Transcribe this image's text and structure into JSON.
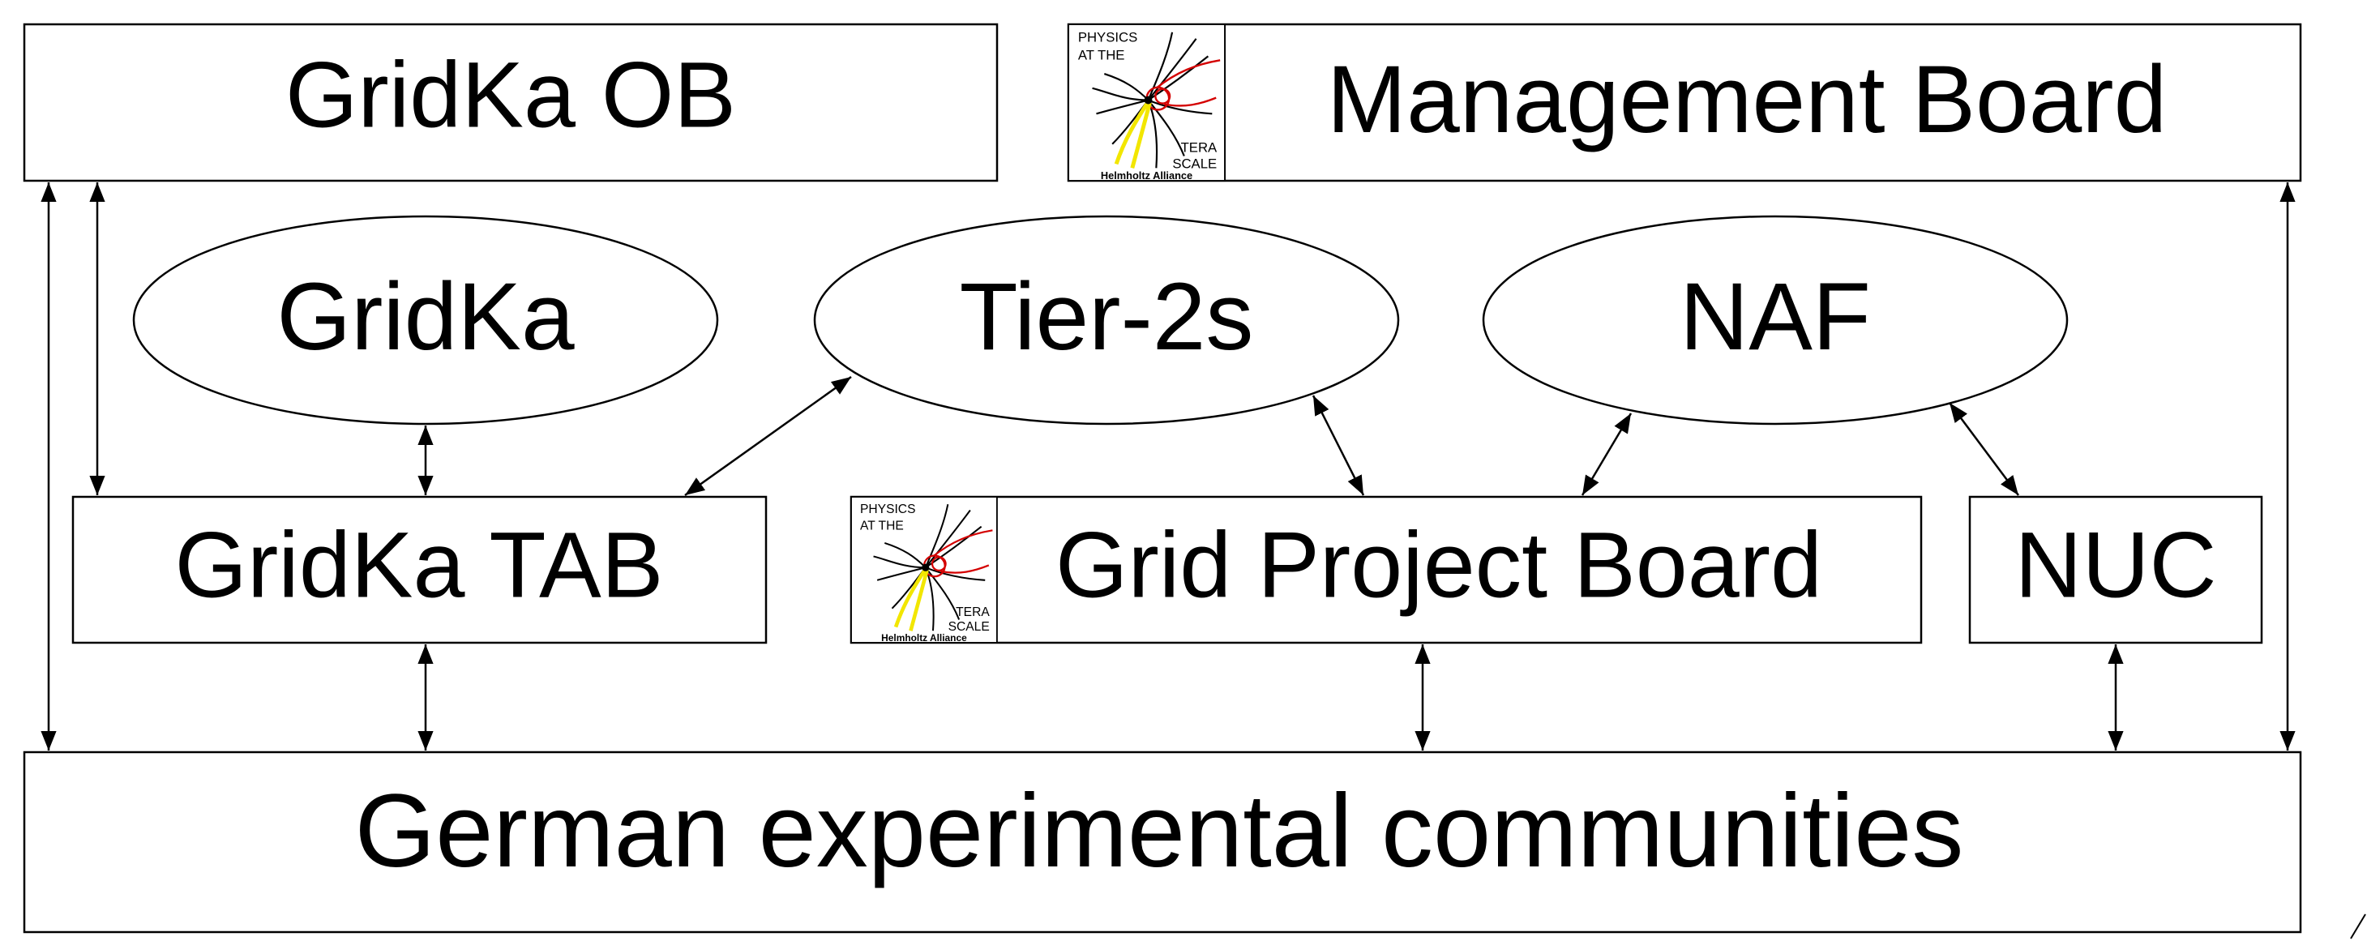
{
  "diagram": {
    "boxes": {
      "gridka_ob": "GridKa OB",
      "management_board": "Management Board",
      "gridka_tab": "GridKa TAB",
      "grid_project_board": "Grid Project Board",
      "nuc": "NUC",
      "german_communities": "German experimental communities"
    },
    "ellipses": {
      "gridka": "GridKa",
      "tier2s": "Tier-2s",
      "naf": "NAF"
    },
    "logo": {
      "line1": "PHYSICS",
      "line2": "AT THE",
      "line3": "TERA",
      "line4": "SCALE",
      "footer": "Helmholtz Alliance"
    }
  },
  "colors": {
    "stroke": "#000000",
    "background": "#ffffff",
    "logo_red": "#d40000",
    "logo_yellow": "#f2e600"
  }
}
